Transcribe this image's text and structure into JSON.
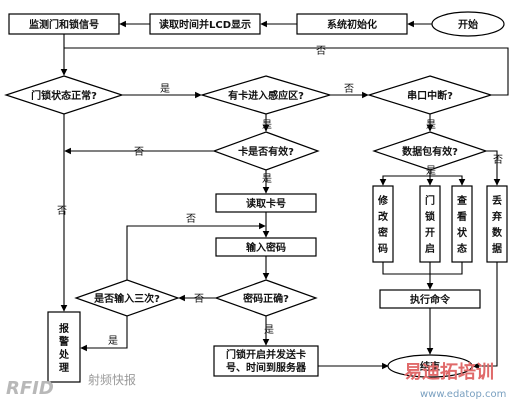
{
  "nodes": {
    "start": "开始",
    "init": "系统初始化",
    "read_time": "读取时间并LCD显示",
    "monitor": "监测门和锁信号",
    "lock_normal": "门锁状态正常?",
    "card_enter": "有卡进入感应区?",
    "serial_int": "串口中断?",
    "card_valid": "卡是否有效?",
    "packet_valid": "数据包有效?",
    "read_card": "读取卡号",
    "input_pwd": "输入密码",
    "pwd_correct": "密码正确?",
    "three_times": "是否输入三次?",
    "alarm": "报警处理",
    "open_send_1": "门锁开启并发送卡",
    "open_send_2": "号、时间到服务器",
    "modify_pwd": "修改密码",
    "lock_open": "门锁开启",
    "check_state": "查看状态",
    "drop_data": "丢弃数据",
    "exec_cmd": "执行命令",
    "end": "结束"
  },
  "labels": {
    "yes": "是",
    "no": "否"
  },
  "watermark": {
    "left_logo": "RFID",
    "left_text": "射频快报",
    "right_logo": "易迪拓培训",
    "right_url": "www.edatop.com"
  }
}
